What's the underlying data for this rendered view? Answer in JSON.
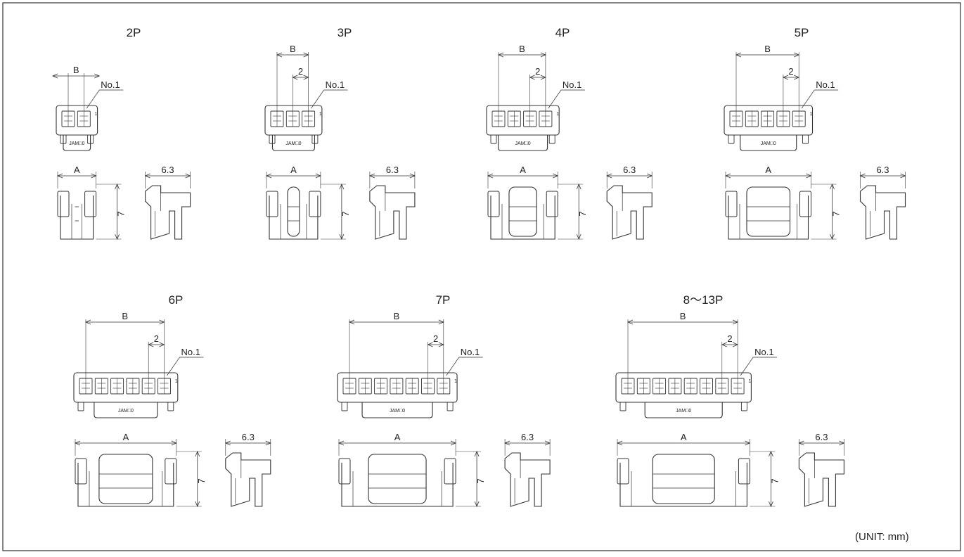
{
  "colors": {
    "line": "#333333",
    "text": "#222222",
    "paper": "#ffffff"
  },
  "labels": {
    "pitch": "2",
    "dim_a": "A",
    "dim_b": "B",
    "pin_one": "No.1",
    "depth": "6.3",
    "height": "7",
    "marking": "JAM□0",
    "pin_mark": "1",
    "unit": "(UNIT: mm)"
  },
  "variants": [
    {
      "title": "2P",
      "pins": 2
    },
    {
      "title": "3P",
      "pins": 3
    },
    {
      "title": "4P",
      "pins": 4
    },
    {
      "title": "5P",
      "pins": 5
    },
    {
      "title": "6P",
      "pins": 6
    },
    {
      "title": "7P",
      "pins": 7
    },
    {
      "title": "8～13P",
      "pins": 8
    }
  ]
}
